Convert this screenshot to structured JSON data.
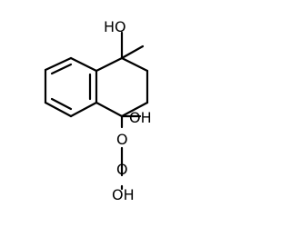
{
  "molecule": {
    "atoms": {
      "oh_top": "HO",
      "oh_ring": "OH",
      "o_first": "O",
      "o_second": "O",
      "oh_terminal": "OH"
    }
  },
  "colors": {
    "bond": "#000000",
    "label": "#000000",
    "background": "#ffffff"
  }
}
